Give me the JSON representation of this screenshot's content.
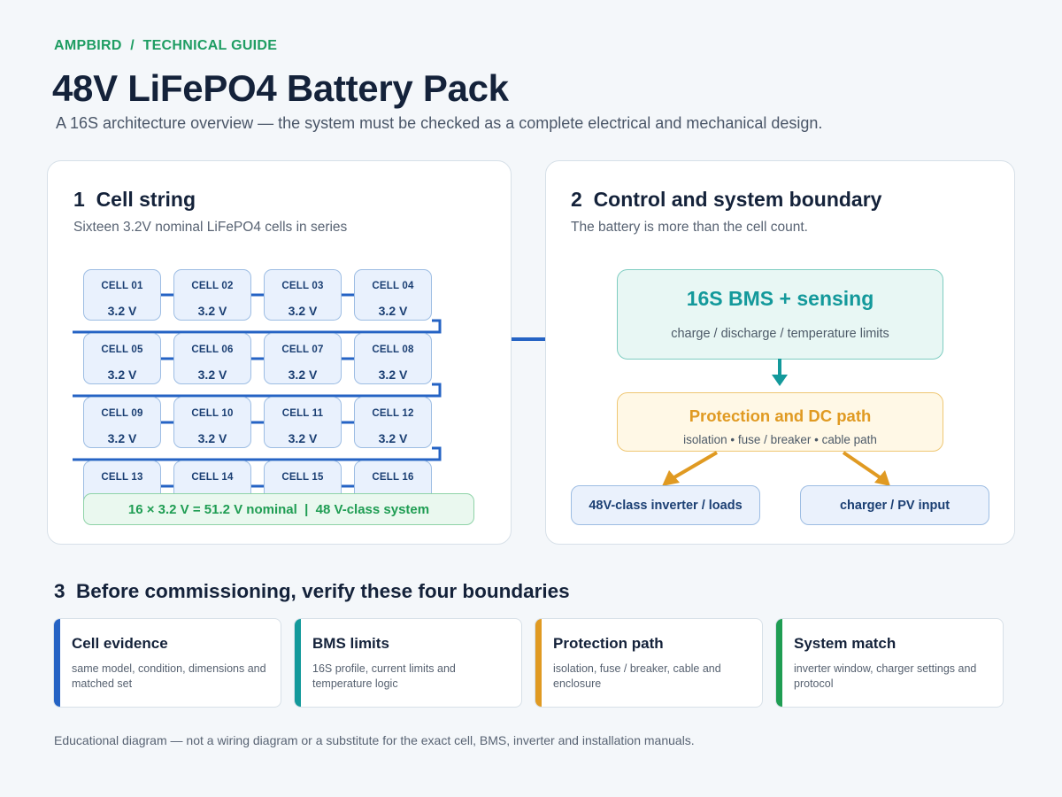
{
  "header": {
    "eyebrow": "AMPBIRD  /  TECHNICAL GUIDE",
    "title": "48V LiFePO4 Battery Pack",
    "subtitle": "A 16S architecture overview — the system must be checked as a complete electrical and mechanical design."
  },
  "panel1": {
    "title": "1  Cell string",
    "subtitle": "Sixteen 3.2V nominal LiFePO4 cells in series",
    "cells": [
      {
        "name": "CELL 01",
        "voltage": "3.2 V"
      },
      {
        "name": "CELL 02",
        "voltage": "3.2 V"
      },
      {
        "name": "CELL 03",
        "voltage": "3.2 V"
      },
      {
        "name": "CELL 04",
        "voltage": "3.2 V"
      },
      {
        "name": "CELL 05",
        "voltage": "3.2 V"
      },
      {
        "name": "CELL 06",
        "voltage": "3.2 V"
      },
      {
        "name": "CELL 07",
        "voltage": "3.2 V"
      },
      {
        "name": "CELL 08",
        "voltage": "3.2 V"
      },
      {
        "name": "CELL 09",
        "voltage": "3.2 V"
      },
      {
        "name": "CELL 10",
        "voltage": "3.2 V"
      },
      {
        "name": "CELL 11",
        "voltage": "3.2 V"
      },
      {
        "name": "CELL 12",
        "voltage": "3.2 V"
      },
      {
        "name": "CELL 13",
        "voltage": ""
      },
      {
        "name": "CELL 14",
        "voltage": ""
      },
      {
        "name": "CELL 15",
        "voltage": ""
      },
      {
        "name": "CELL 16",
        "voltage": ""
      }
    ],
    "summary": "16 × 3.2 V = 51.2 V nominal  |  48 V-class system"
  },
  "panel2": {
    "title": "2  Control and system boundary",
    "subtitle": "The battery is more than the cell count.",
    "bms": {
      "title": "16S BMS + sensing",
      "subtitle": "charge / discharge / temperature limits"
    },
    "protection": {
      "title": "Protection and DC path",
      "subtitle": "isolation • fuse / breaker • cable path"
    },
    "outputs": [
      "48V-class inverter / loads",
      "charger / PV input"
    ]
  },
  "section3": {
    "title": "3  Before commissioning, verify these four boundaries",
    "cards": [
      {
        "title": "Cell evidence",
        "body": "same model, condition, dimensions and matched set",
        "color": "#2563c4"
      },
      {
        "title": "BMS limits",
        "body": "16S profile, current limits and temperature logic",
        "color": "#13999b"
      },
      {
        "title": "Protection path",
        "body": "isolation, fuse / breaker, cable and enclosure",
        "color": "#e09a22"
      },
      {
        "title": "System match",
        "body": "inverter window, charger settings and protocol",
        "color": "#1f9d53"
      }
    ]
  },
  "footnote": "Educational diagram — not a wiring diagram or a substitute for the exact cell, BMS, inverter and installation manuals.",
  "colors": {
    "wire": "#2563c4",
    "bms_arrow": "#13999b",
    "protection_arrow": "#e09a22",
    "green_accent": "#1f9d63"
  }
}
